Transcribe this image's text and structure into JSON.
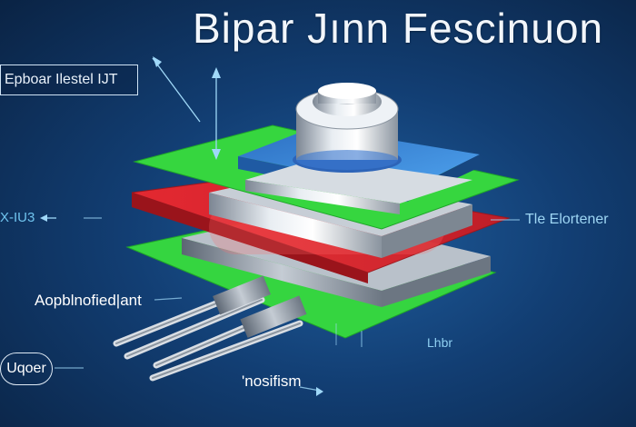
{
  "title": "Bipar Jınn Fescinuon",
  "labels": {
    "box": "Epboar Ilestel IJT",
    "left": "X-IU3",
    "right": "Tle Elortener",
    "middle": "Aopblnofied|ant",
    "small": "Lhbr",
    "bottom": "'nosifism",
    "pill": "Uqoer"
  },
  "colors": {
    "background": "#123e73",
    "green_layer": "#2fd33a",
    "red_layer": "#e4232c",
    "blue_layer": "#3b8ce0",
    "metal": "#c9cfd6",
    "annotation_line": "#9fd8f8"
  },
  "icons": [
    "arrow-up-icon",
    "arrow-left-icon",
    "double-arrow-icon"
  ]
}
